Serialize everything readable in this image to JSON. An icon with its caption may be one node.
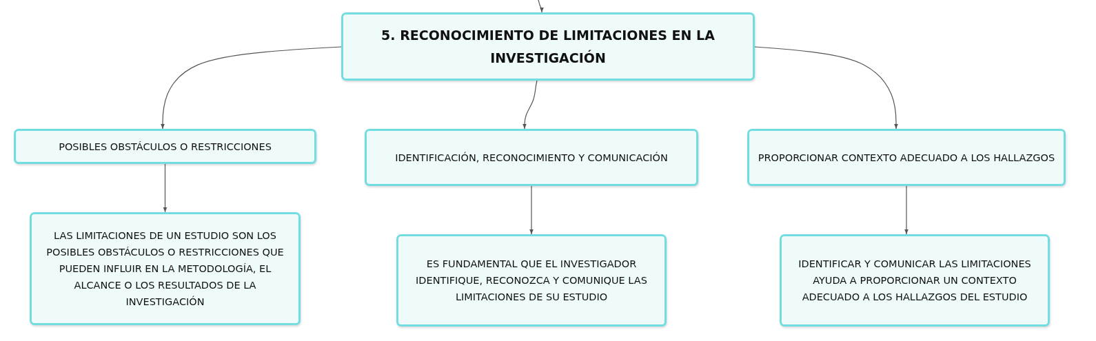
{
  "diagram": {
    "nodes": [
      {
        "text": [
          "5. RECONOCIMIENTO DE LIMITACIONES EN LA INVESTIGACIÓN"
        ]
      },
      {
        "text": [
          "POSIBLES OBSTÁCULOS O RESTRICCIONES"
        ]
      },
      {
        "text": [
          "IDENTIFICACIÓN, RECONOCIMIENTO Y COMUNICACIÓN"
        ]
      },
      {
        "text": [
          "PROPORCIONAR CONTEXTO ADECUADO A LOS HALLAZGOS"
        ]
      },
      {
        "text": [
          "LAS LIMITACIONES DE UN ESTUDIO SON LOS POSIBLES OBSTÁCULOS O RESTRICCIONES QUE PUEDEN INFLUIR EN LA METODOLOGÍA, EL ALCANCE O LOS RESULTADOS DE LA INVESTIGACIÓN"
        ]
      },
      {
        "text": [
          "ES FUNDAMENTAL QUE EL INVESTIGADOR IDENTIFIQUE, RECONOZCA Y COMUNIQUE LAS LIMITACIONES DE SU ESTUDIO"
        ]
      },
      {
        "text": [
          "IDENTIFICAR Y COMUNICAR LAS LIMITACIONES AYUDA A PROPORCIONAR UN CONTEXTO ADECUADO A LOS HALLAZGOS DEL ESTUDIO"
        ]
      }
    ],
    "edges": [
      {
        "from": null,
        "to": 0,
        "arrow": "to"
      },
      {
        "from": 0,
        "to": 1,
        "arrow": "to"
      },
      {
        "from": 0,
        "to": 2,
        "arrow": "to"
      },
      {
        "from": 0,
        "to": 3,
        "arrow": "to"
      },
      {
        "from": 1,
        "to": 4,
        "arrow": "to"
      },
      {
        "from": 2,
        "to": 5,
        "arrow": "to"
      },
      {
        "from": 3,
        "to": 6,
        "arrow": "to"
      }
    ]
  }
}
